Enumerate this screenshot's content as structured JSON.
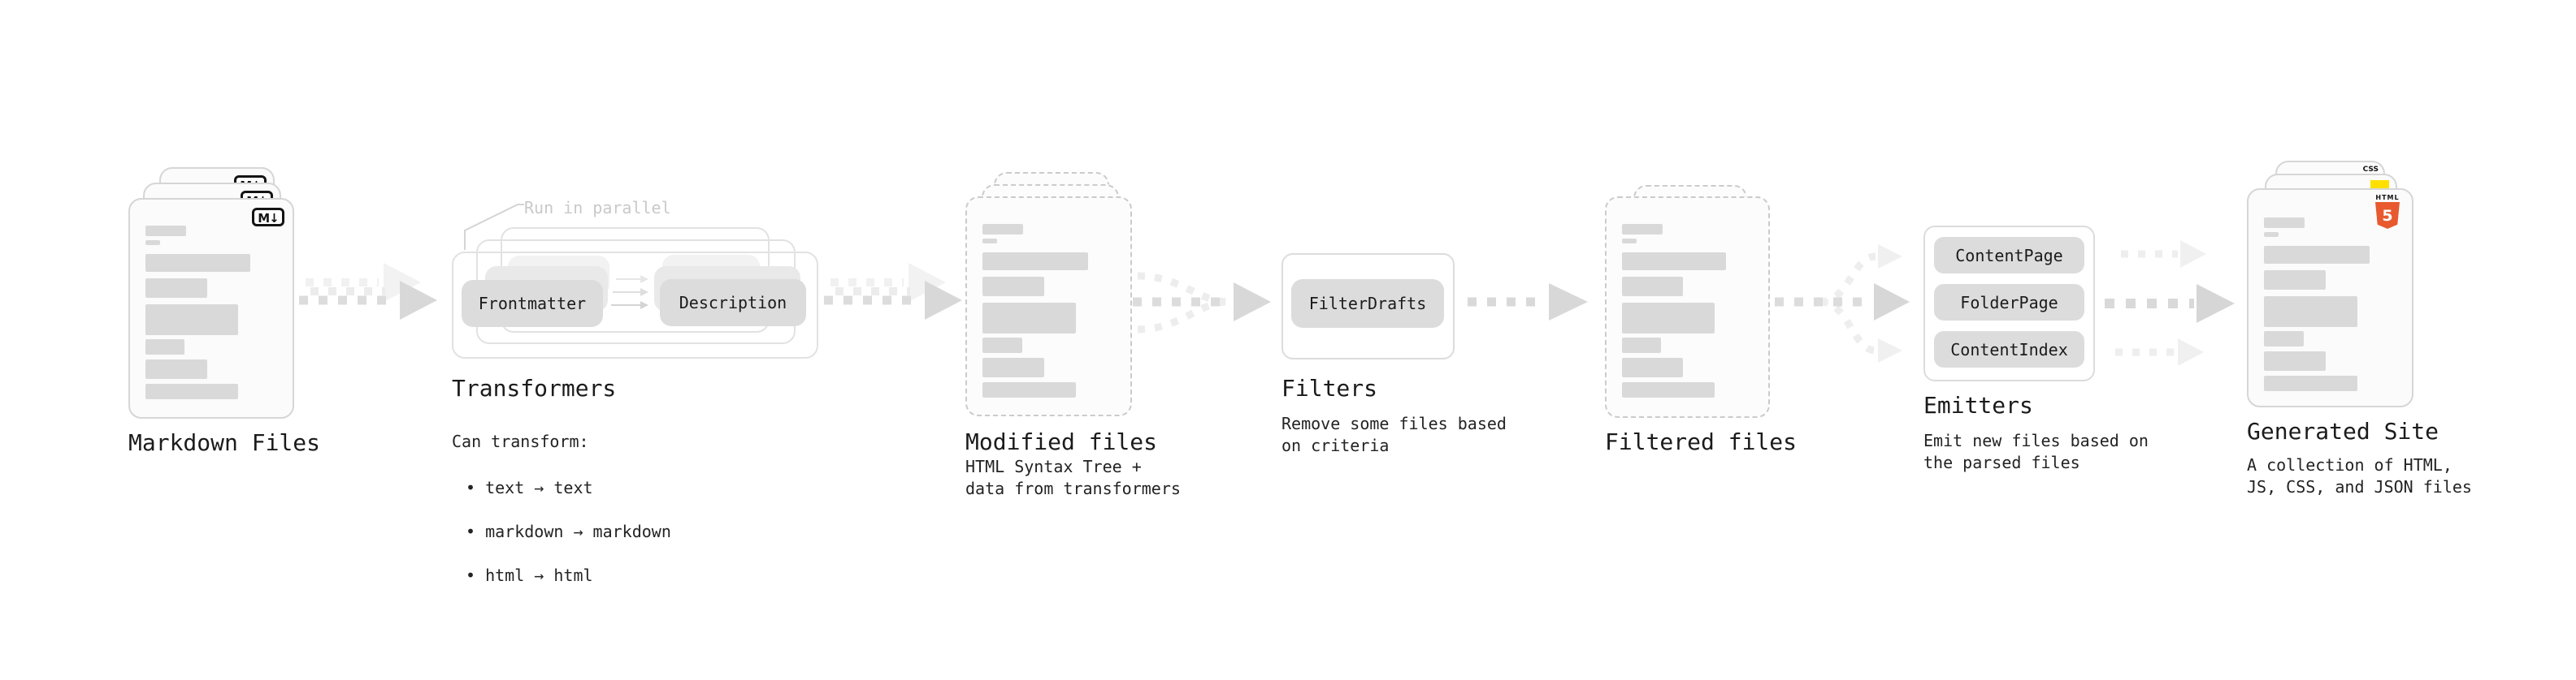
{
  "stages": {
    "markdown": {
      "title": "Markdown Files",
      "file_badge": "M↓"
    },
    "transformers": {
      "title": "Transformers",
      "note": "Run in parallel",
      "pill_left": "Frontmatter",
      "pill_right": "Description",
      "desc_heading": "Can transform:",
      "bullets": [
        "• text → text",
        "• markdown → markdown",
        "• html → html"
      ]
    },
    "modified": {
      "title": "Modified files",
      "subtitle": "HTML Syntax Tree +\ndata from transformers"
    },
    "filters": {
      "title": "Filters",
      "pill": "FilterDrafts",
      "subtitle": "Remove some files based\non criteria"
    },
    "filtered": {
      "title": "Filtered files"
    },
    "emitters": {
      "title": "Emitters",
      "pills": [
        "ContentPage",
        "FolderPage",
        "ContentIndex"
      ],
      "subtitle": "Emit new files based on\nthe parsed files"
    },
    "generated": {
      "title": "Generated Site",
      "subtitle": "A collection of HTML,\nJS, CSS, and JSON files",
      "css_badge": "CSS",
      "html_badge_label": "HTML",
      "html_badge_number": "5"
    }
  },
  "colors": {
    "html5_orange": "#e8592f",
    "js_yellow": "#ffe000",
    "css_blue": "#2f6df6",
    "skeleton_gray": "#d9d9d9"
  }
}
